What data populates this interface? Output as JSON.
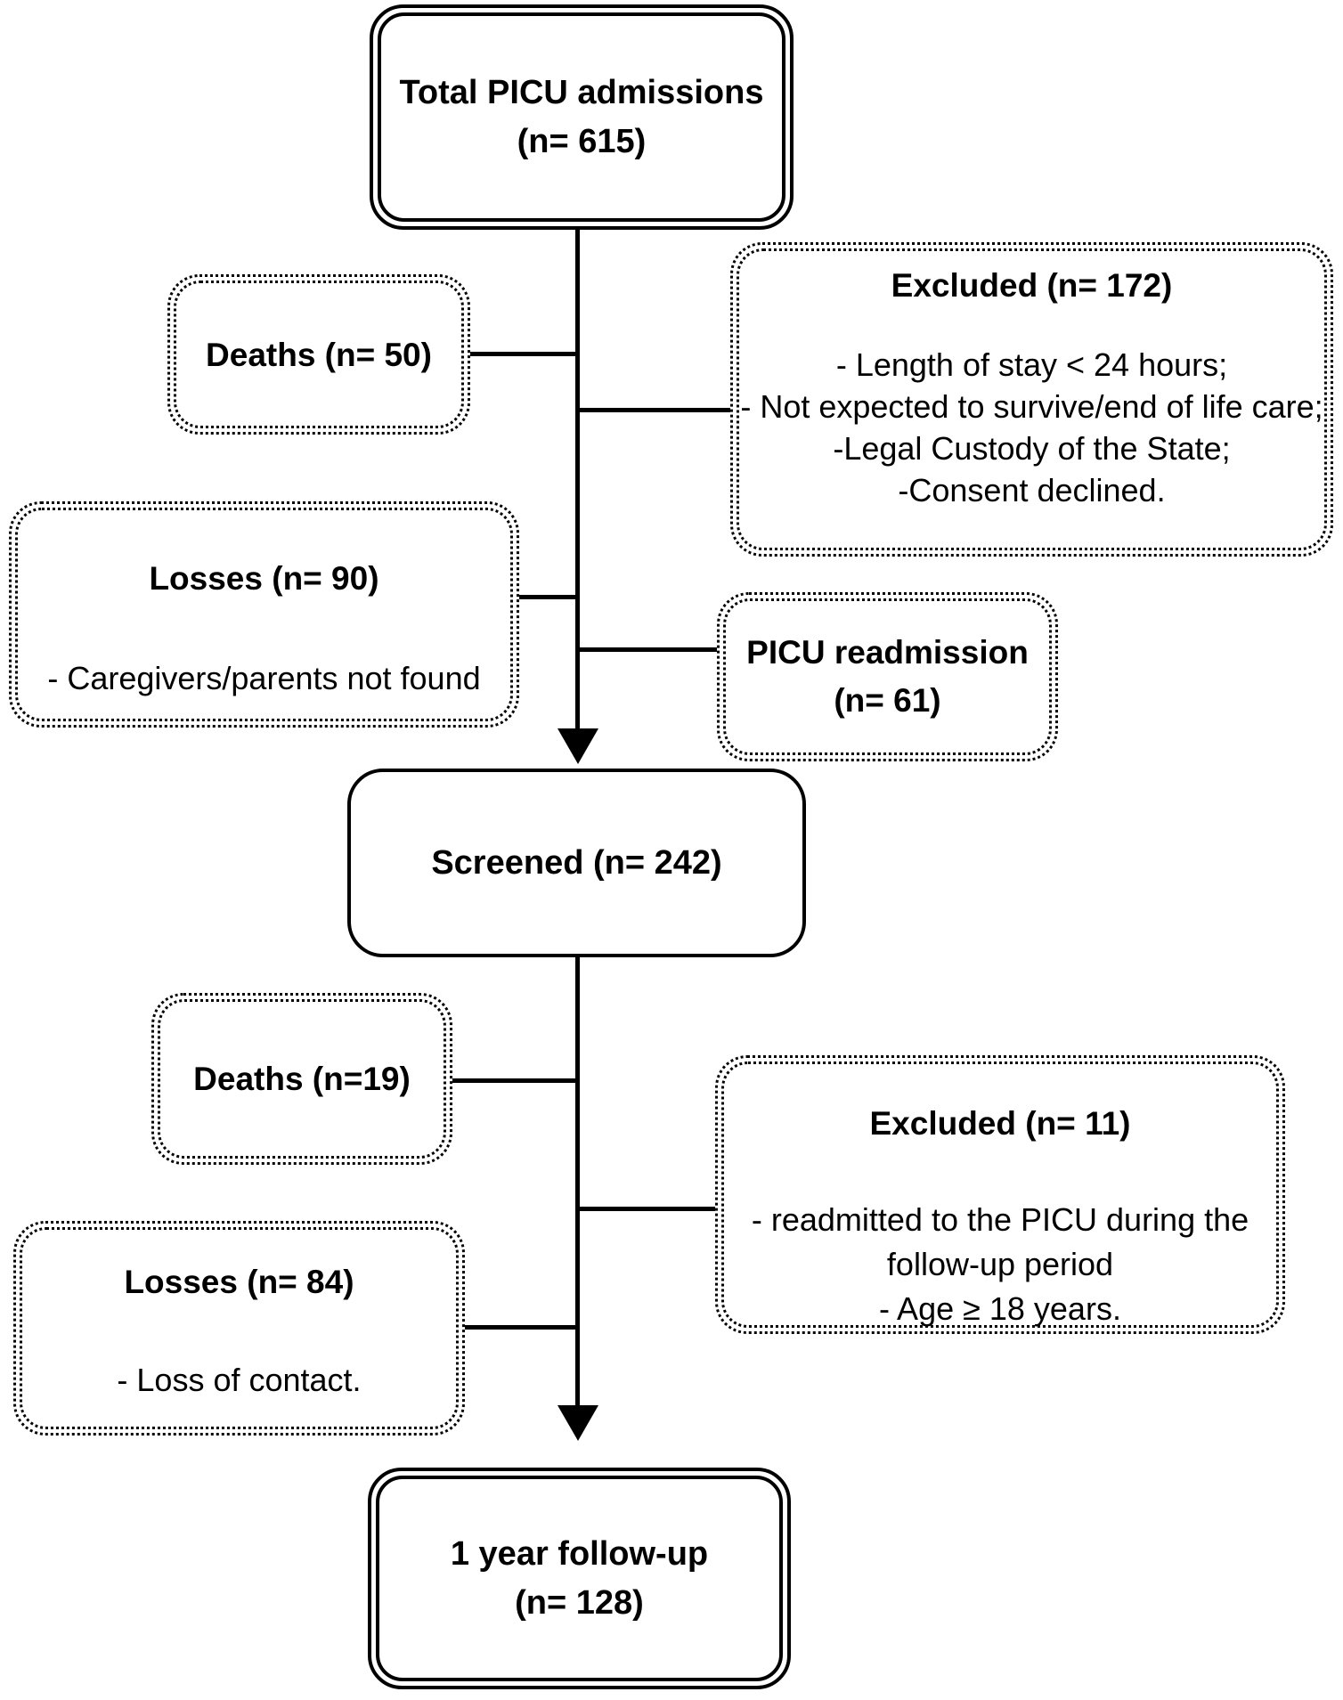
{
  "figure": {
    "type": "enrollment-flow-diagram",
    "background_color": "#ffffff",
    "line_color": "#000000"
  },
  "nodes": {
    "total_admissions": {
      "line1": "Total PICU admissions",
      "line2": "(n= 615)"
    },
    "deaths_first": {
      "label": "Deaths (n= 50)"
    },
    "excluded_first": {
      "header": "Excluded (n= 172)",
      "items": [
        "- Length of stay < 24 hours;",
        "- Not expected to survive/end of life care;",
        "-Legal Custody of the State;",
        "-Consent declined."
      ]
    },
    "losses_first": {
      "header": "Losses (n= 90)",
      "detail": "- Caregivers/parents not found"
    },
    "picu_readmission": {
      "line1": "PICU readmission",
      "line2": "(n= 61)"
    },
    "screened": {
      "label": "Screened (n= 242)"
    },
    "deaths_second": {
      "label": "Deaths (n=19)"
    },
    "excluded_second": {
      "header": "Excluded (n= 11)",
      "items": [
        "- readmitted to the PICU during the follow-up period",
        "- Age ≥ 18 years."
      ]
    },
    "losses_second": {
      "header": "Losses (n= 84)",
      "detail": "- Loss of contact."
    },
    "follow_up": {
      "line1": "1 year follow-up",
      "line2": "(n= 128)"
    }
  }
}
